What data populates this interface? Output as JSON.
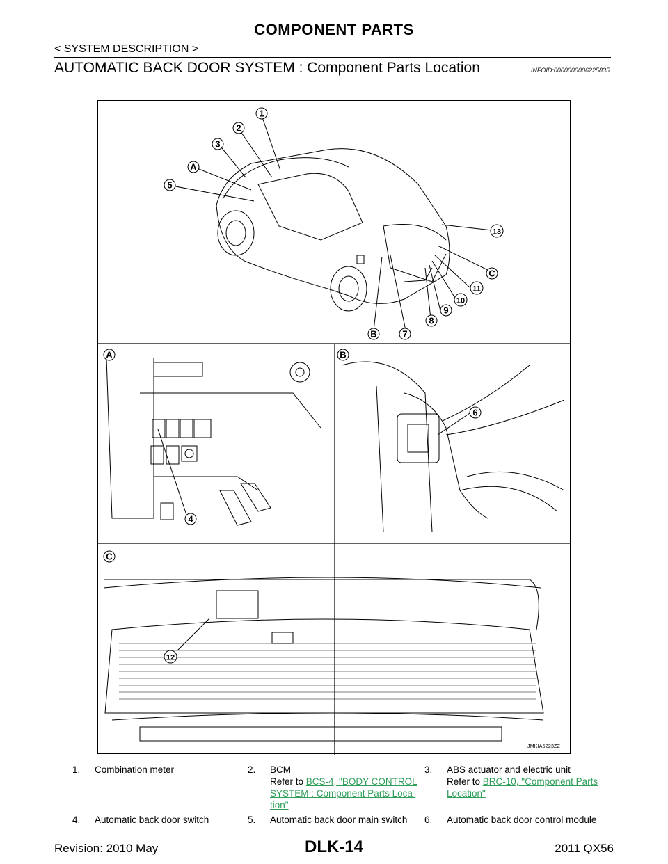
{
  "header": {
    "title": "COMPONENT PARTS",
    "subsection": "< SYSTEM DESCRIPTION >"
  },
  "section": {
    "title": "AUTOMATIC BACK DOOR SYSTEM : Component  Parts  Location",
    "info_id": "INFOID:0000000006225835"
  },
  "figure": {
    "code": "JMKIA5223ZZ",
    "panel_labels": [
      "A",
      "B",
      "C"
    ],
    "callouts": [
      "1",
      "2",
      "3",
      "A",
      "5",
      "13",
      "C",
      "11",
      "10",
      "9",
      "8",
      "7",
      "B",
      "4",
      "6",
      "12"
    ]
  },
  "legend": [
    {
      "num": "1.",
      "text": "Combination meter"
    },
    {
      "num": "2.",
      "text": "BCM",
      "ref_prefix": "Refer to ",
      "link_lines": [
        "BCS-4, \"BODY CONTROL ",
        "SYSTEM : Component Parts Loca-",
        "tion\""
      ]
    },
    {
      "num": "3.",
      "text": "ABS actuator and electric unit",
      "ref_prefix": "Refer to ",
      "link_lines": [
        "BRC-10, \"Component Parts ",
        "Location\""
      ]
    },
    {
      "num": "4.",
      "text": "Automatic back door switch"
    },
    {
      "num": "5.",
      "text": "Automatic back door main switch"
    },
    {
      "num": "6.",
      "text": "Automatic back door control module"
    }
  ],
  "footer": {
    "revision": "Revision: 2010 May",
    "page": "DLK-14",
    "model": "2011 QX56"
  },
  "colors": {
    "link": "#2e9e59",
    "text": "#000000"
  }
}
